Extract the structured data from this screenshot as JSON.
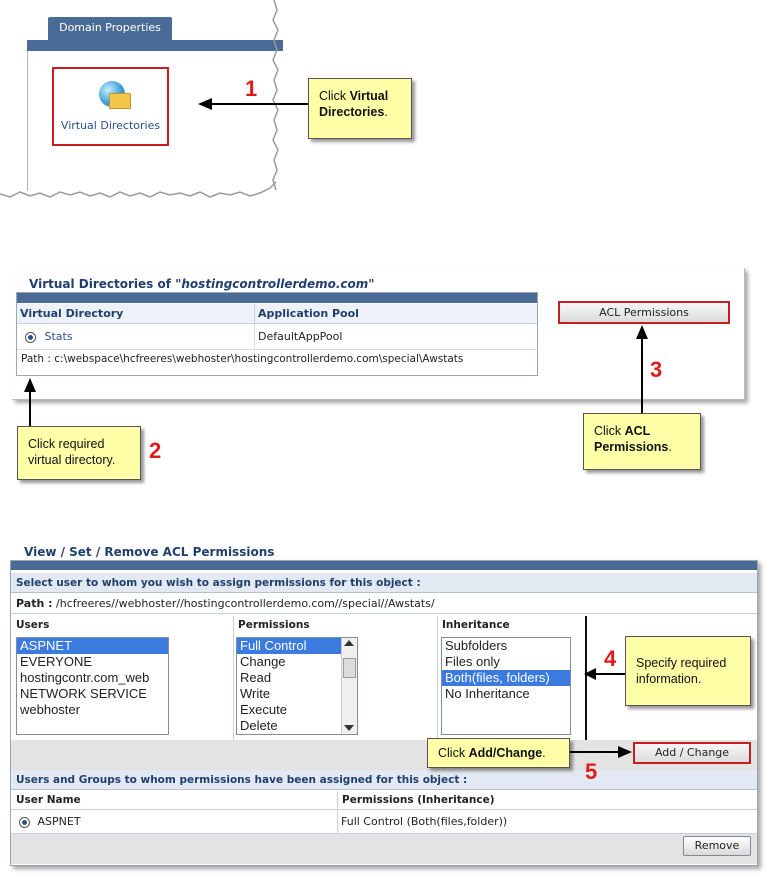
{
  "panel1": {
    "tab_label": "Domain Properties",
    "item_label": "Virtual Directories",
    "icons": [
      "globe-icon",
      "folder-icon"
    ]
  },
  "callouts": {
    "c1_prefix": "Click ",
    "c1_bold": "Virtual Directories",
    "c1_suffix": ".",
    "c2_text": "Click required virtual directory.",
    "c3_prefix": "Click ",
    "c3_bold": "ACL Permissions",
    "c3_suffix": ".",
    "c4_text": "Specify required information.",
    "c5_prefix": "Click ",
    "c5_bold": "Add/Change",
    "c5_suffix": "."
  },
  "steps": [
    "1",
    "2",
    "3",
    "4",
    "5"
  ],
  "panel2": {
    "title_prefix": "Virtual Directories of ",
    "title_domain": "\"hostingcontrollerdemo.com\"",
    "col_vd": "Virtual Directory",
    "col_pool": "Application Pool",
    "row_vd": "Stats",
    "row_pool": "DefaultAppPool",
    "path": "Path : c:\\webspace\\hcfreeres\\webhoster\\hostingcontrollerdemo.com\\special\\Awstats",
    "acl_button": "ACL Permissions"
  },
  "panel3": {
    "title": "View / Set / Remove ACL Permissions",
    "select_user_heading": "Select user to whom you wish to assign permissions for this object :",
    "path_label": "Path :",
    "path_value": " /hcfreeres//webhoster//hostingcontrollerdemo.com//special//Awstats/",
    "col_users": "Users",
    "col_permissions": "Permissions",
    "col_inheritance": "Inheritance",
    "users": [
      "ASPNET",
      "EVERYONE",
      "hostingcontr.com_web",
      "NETWORK SERVICE",
      "webhoster"
    ],
    "users_selected": "ASPNET",
    "permissions": [
      "Full Control",
      "Change",
      "Read",
      "Write",
      "Execute",
      "Delete"
    ],
    "permissions_selected": "Full Control",
    "inheritance": [
      "Subfolders",
      "Files only",
      "Both(files, folders)",
      "No Inheritance"
    ],
    "inheritance_selected": "Both(files, folders)",
    "add_change_button": "Add / Change",
    "assigned_heading": "Users and Groups to whom permissions have been assigned for this object :",
    "col_user_name": "User Name",
    "col_perm_inherit": "Permissions (Inheritance)",
    "assigned_user": "ASPNET",
    "assigned_perm": "Full Control (Both(files,folder))",
    "remove_button": "Remove"
  },
  "colors": {
    "header_blue": "#4a6b96",
    "highlight_red": "#c81d1d",
    "callout_yellow": "#ffffa8",
    "step_red": "#e01b1b"
  }
}
